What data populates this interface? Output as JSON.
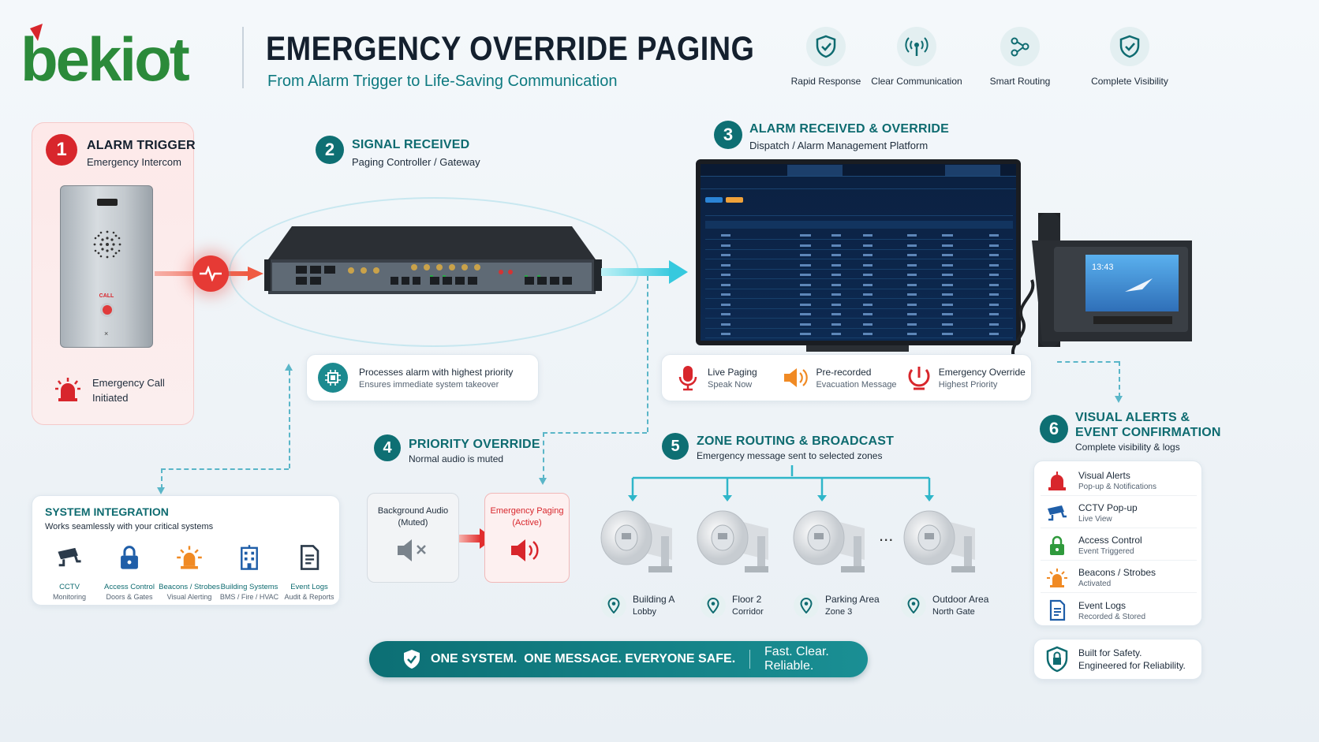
{
  "brand": {
    "logo_text": "bekiot"
  },
  "header": {
    "title": "EMERGENCY OVERRIDE PAGING",
    "subtitle": "From Alarm Trigger to Life-Saving Communication",
    "features": [
      {
        "label": "Rapid Response",
        "icon": "shield-check-icon"
      },
      {
        "label": "Clear Communication",
        "icon": "broadcast-icon"
      },
      {
        "label": "Smart Routing",
        "icon": "routing-icon"
      },
      {
        "label": "Complete Visibility",
        "icon": "shield-check-icon"
      }
    ]
  },
  "step1": {
    "number": "1",
    "title": "ALARM TRIGGER",
    "subtitle": "Emergency Intercom",
    "device_call_label": "CALL",
    "status_line1": "Emergency Call",
    "status_line2": "Initiated"
  },
  "step2": {
    "number": "2",
    "title": "SIGNAL RECEIVED",
    "subtitle": "Paging Controller / Gateway",
    "info_title": "Processes alarm with highest priority",
    "info_sub": "Ensures immediate system takeover"
  },
  "step3": {
    "number": "3",
    "title": "ALARM RECEIVED & OVERRIDE",
    "subtitle": "Dispatch / Alarm Management Platform",
    "phone_time": "13:43",
    "modes": [
      {
        "title": "Live Paging",
        "sub": "Speak Now",
        "icon": "microphone-icon",
        "color": "#d8262c"
      },
      {
        "title": "Pre-recorded",
        "sub": "Evacuation Message",
        "icon": "speaker-icon",
        "color": "#f08a24"
      },
      {
        "title": "Emergency Override",
        "sub": "Highest Priority",
        "icon": "override-icon",
        "color": "#d8262c"
      }
    ]
  },
  "step4": {
    "number": "4",
    "title": "PRIORITY OVERRIDE",
    "subtitle": "Normal audio is muted",
    "bg_label1": "Background Audio",
    "bg_label2": "(Muted)",
    "ep_label1": "Emergency Paging",
    "ep_label2": "(Active)"
  },
  "step5": {
    "number": "5",
    "title": "ZONE ROUTING & BROADCAST",
    "subtitle": "Emergency message sent to selected zones",
    "ellipsis": "...",
    "zones": [
      {
        "name": "Building A",
        "sub": "Lobby"
      },
      {
        "name": "Floor 2",
        "sub": "Corridor"
      },
      {
        "name": "Parking Area",
        "sub": "Zone 3"
      },
      {
        "name": "Outdoor Area",
        "sub": "North Gate"
      }
    ]
  },
  "step6": {
    "number": "6",
    "title_line1": "VISUAL ALERTS &",
    "title_line2": "EVENT CONFIRMATION",
    "subtitle": "Complete visibility & logs",
    "items": [
      {
        "title": "Visual Alerts",
        "sub": "Pop-up & Notifications",
        "icon": "alarm-bell-icon",
        "color": "#d8262c"
      },
      {
        "title": "CCTV Pop-up",
        "sub": "Live View",
        "icon": "cctv-icon",
        "color": "#1f5ea8"
      },
      {
        "title": "Access Control",
        "sub": "Event Triggered",
        "icon": "lock-icon",
        "color": "#2f9a3c"
      },
      {
        "title": "Beacons / Strobes",
        "sub": "Activated",
        "icon": "beacon-icon",
        "color": "#f08a24"
      },
      {
        "title": "Event Logs",
        "sub": "Recorded & Stored",
        "icon": "document-icon",
        "color": "#1f5ea8"
      }
    ]
  },
  "integration": {
    "title": "SYSTEM INTEGRATION",
    "subtitle": "Works seamlessly with your critical systems",
    "items": [
      {
        "title": "CCTV",
        "sub": "Monitoring",
        "icon": "cctv-icon"
      },
      {
        "title": "Access Control",
        "sub": "Doors & Gates",
        "icon": "lock-icon"
      },
      {
        "title": "Beacons / Strobes",
        "sub": "Visual Alerting",
        "icon": "beacon-icon"
      },
      {
        "title": "Building Systems",
        "sub": "BMS / Fire / HVAC",
        "icon": "building-icon"
      },
      {
        "title": "Event Logs",
        "sub": "Audit & Reports",
        "icon": "document-icon"
      }
    ]
  },
  "footer": {
    "banner_main": "ONE SYSTEM.  ONE MESSAGE. EVERYONE SAFE.",
    "banner_tag": "Fast. Clear. Reliable.",
    "badge_line1": "Built for Safety.",
    "badge_line2": "Engineered for Reliability."
  },
  "colors": {
    "teal": "#0e6b70",
    "red": "#d8262c",
    "orange": "#f08a24",
    "green": "#2b9a3a",
    "cyan": "#3cc6d8"
  }
}
